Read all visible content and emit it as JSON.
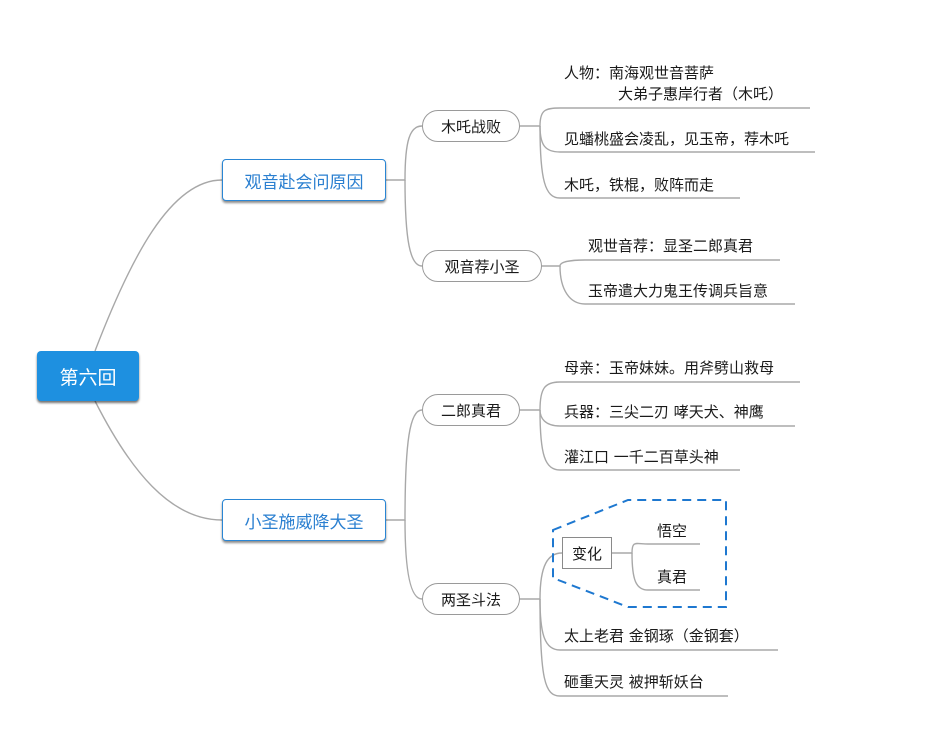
{
  "root": {
    "label": "第六回"
  },
  "branches": [
    {
      "label": "观音赴会问原因",
      "children": [
        {
          "label": "木吒战败",
          "leaves": [
            "人物：南海观世音菩萨",
            "大弟子惠岸行者（木吒）",
            "见蟠桃盛会凌乱，见玉帝，荐木吒",
            "木吒，铁棍，败阵而走"
          ]
        },
        {
          "label": "观音荐小圣",
          "leaves": [
            "观世音荐：显圣二郎真君",
            "玉帝遣大力鬼王传调兵旨意"
          ]
        }
      ]
    },
    {
      "label": "小圣施威降大圣",
      "children": [
        {
          "label": "二郎真君",
          "leaves": [
            "母亲：玉帝妹妹。用斧劈山救母",
            "兵器：三尖二刃 哮天犬、神鹰",
            "灌江口 一千二百草头神"
          ]
        },
        {
          "label": "两圣斗法",
          "change": {
            "label": "变化",
            "items": [
              "悟空",
              "真君"
            ]
          },
          "leaves": [
            "太上老君 金钢琢（金钢套）",
            "砸重天灵 被押斩妖台"
          ]
        }
      ]
    }
  ],
  "colors": {
    "root_fill": "#1e90e0",
    "main_text": "#2a7fd0",
    "boundary": "#1e78d0",
    "connector": "#a8a8a8"
  }
}
